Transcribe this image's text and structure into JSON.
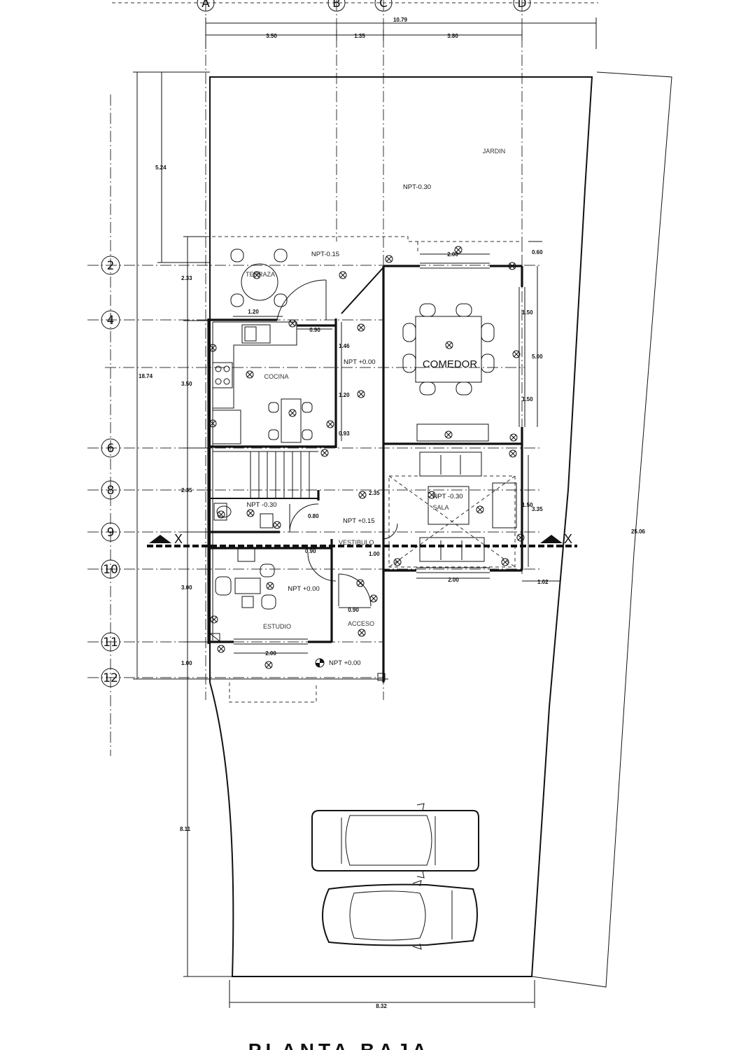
{
  "title": "PLANTA BAJA",
  "axes_top": [
    "A",
    "B",
    "C",
    "D"
  ],
  "axes_left": [
    "2",
    "4",
    "6",
    "8",
    "9",
    "10",
    "11",
    "12"
  ],
  "dimensions_top": {
    "total": "10.79",
    "a_b": "3.50",
    "b_c": "1.35",
    "c_d": "3.80"
  },
  "dimensions_left": {
    "overall": "18.74",
    "garden": "5.24",
    "d1": "2.33",
    "d2": "3.50",
    "d3": "2.35",
    "d4": "3.00",
    "d5": "1.00",
    "driveway": "8.11"
  },
  "dimensions_right": {
    "overall": "25.06",
    "top_offset": "0.60",
    "d1": "1.50",
    "d2": "5.00",
    "d3": "1.50",
    "d4": "1.50",
    "d5": "3.35",
    "side": "1.02"
  },
  "dimensions_inner": {
    "dining_window": "2.00",
    "terrace_door": "1.20",
    "kitchen_door": "0.90",
    "hall1": "1.46",
    "hall2": "1.20",
    "hall3": "0.93",
    "vest1": "2.35",
    "bath_door": "0.80",
    "vest_door": "0.90",
    "vest_w": "1.00",
    "sala_window": "2.00",
    "study_window": "2.00",
    "access_door": "0.90"
  },
  "dimensions_bottom": {
    "front": "8.32"
  },
  "rooms": {
    "jardin": "JARDIN",
    "terraza": "TERRAZA",
    "cocina": "COCINA",
    "comedor": "COMEDOR",
    "sala": "SALA",
    "vestibulo": "VESTIBULO",
    "estudio": "ESTUDIO",
    "acceso": "ACCESO"
  },
  "levels": {
    "garden": "NPT-0.30",
    "terrace": "NPT-0.15",
    "main": "NPT +0.00",
    "bath": "NPT -0.30",
    "vestibule": "NPT +0.15",
    "sala": "NPT -0.30",
    "study": "NPT +0.00",
    "entry": "NPT +0.00"
  },
  "section_cut_label": "X"
}
